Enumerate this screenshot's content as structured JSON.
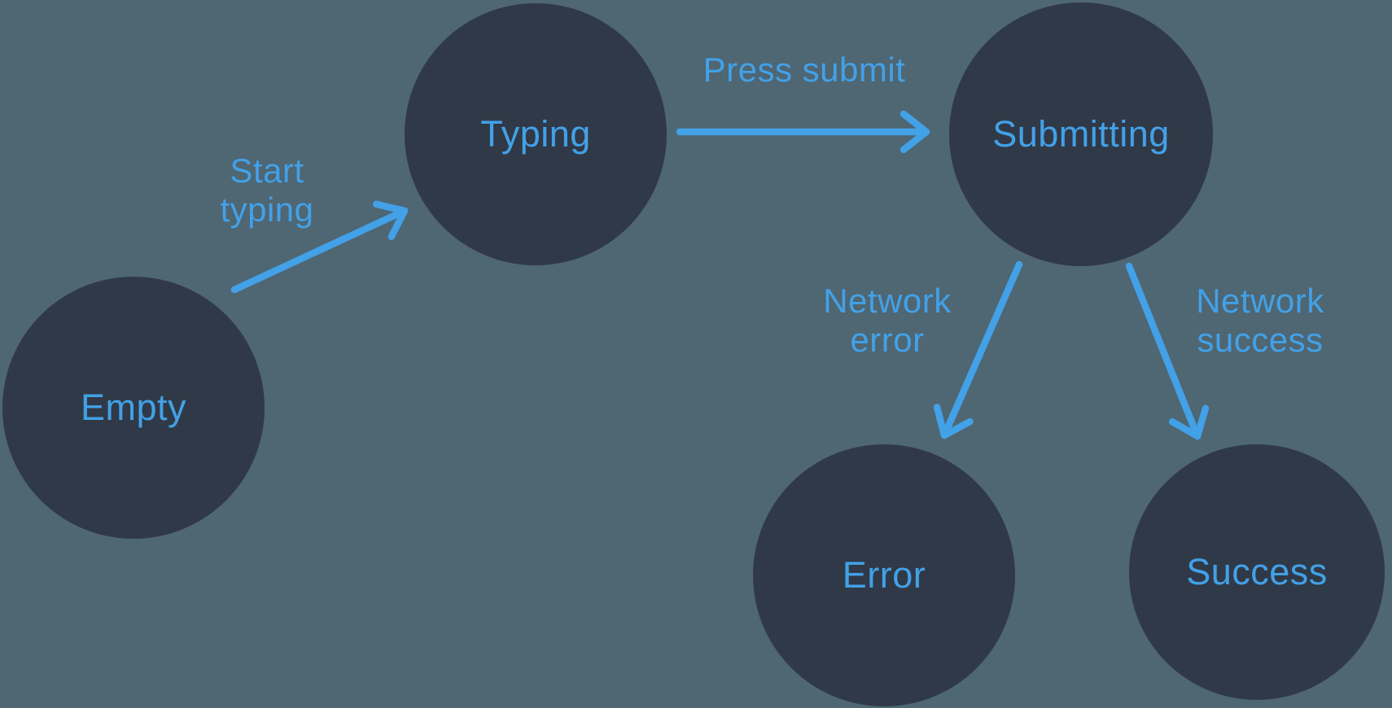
{
  "diagram": {
    "type": "state-machine",
    "nodes": [
      {
        "id": "empty",
        "label": "Empty"
      },
      {
        "id": "typing",
        "label": "Typing"
      },
      {
        "id": "submitting",
        "label": "Submitting"
      },
      {
        "id": "error",
        "label": "Error"
      },
      {
        "id": "success",
        "label": "Success"
      }
    ],
    "edges": [
      {
        "from": "Empty",
        "to": "Typing",
        "label": "Start typing"
      },
      {
        "from": "Typing",
        "to": "Submitting",
        "label": "Press submit"
      },
      {
        "from": "Submitting",
        "to": "Error",
        "label": "Network error"
      },
      {
        "from": "Submitting",
        "to": "Success",
        "label": "Network success"
      }
    ],
    "colors": {
      "background": "#4F6673",
      "node_fill": "#303947",
      "accent": "#42A1E7"
    }
  }
}
